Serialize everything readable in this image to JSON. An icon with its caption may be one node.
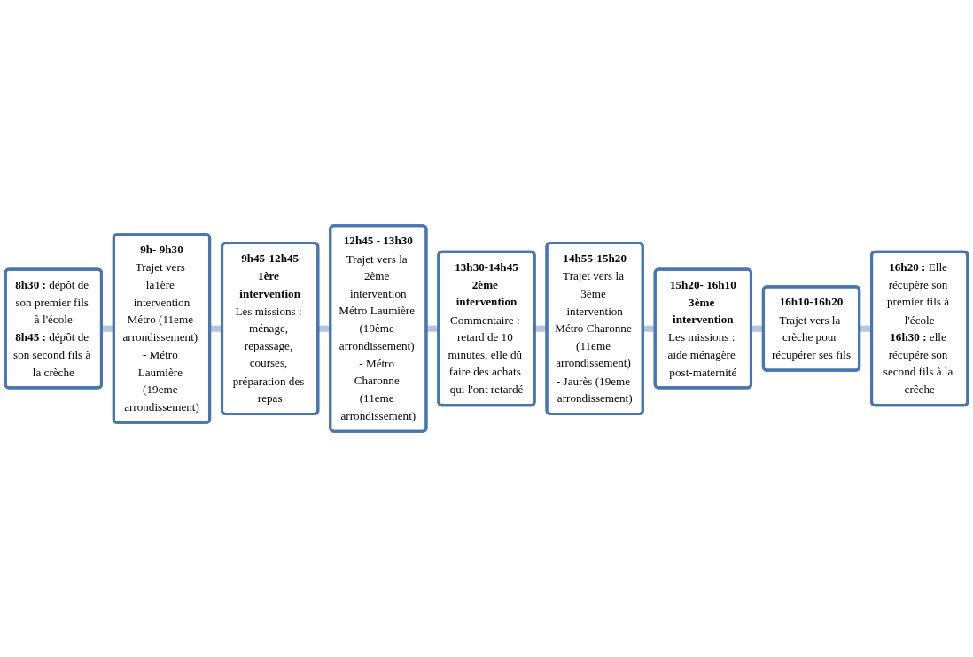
{
  "diagram": {
    "nodes": [
      {
        "text": [
          "**8h30 :** dépôt de son premier fils à l'école",
          "**8h45 :** dépôt de son second fils à la crèche"
        ]
      },
      {
        "text": [
          "**9h- 9h30**",
          "Trajet vers la1ère intervention",
          "Métro (11eme arrondissement) - Métro Laumière (19eme arrondissement)"
        ]
      },
      {
        "text": [
          "**9h45-12h45**",
          "**1ère intervention**",
          "Les missions : ménage, repassage, courses, préparation des repas"
        ]
      },
      {
        "text": [
          "**12h45 - 13h30**",
          "Trajet vers la 2ème intervention",
          "Métro Laumière (19ème arrondissement) - Métro Charonne (11eme arrondissement)"
        ]
      },
      {
        "text": [
          "**13h30-14h45**",
          "**2ème intervention**",
          "Commentaire : retard de 10 minutes, elle dû faire des achats qui l'ont retardé"
        ]
      },
      {
        "text": [
          "**14h55-15h20**",
          "Trajet vers la 3ème intervention",
          "Métro Charonne (11eme arrondissement) - Jaurès (19eme arrondissement)"
        ]
      },
      {
        "text": [
          "**15h20- 16h10**",
          "**3ème intervention**",
          "Les missions : aide ménagère post-maternité"
        ]
      },
      {
        "text": [
          "**16h10-16h20**",
          "Trajet vers la crèche pour récupérer ses fils"
        ]
      },
      {
        "text": [
          "**16h20 :** Elle récupère son premier fils à l'école",
          "**16h30 :** elle récupére son second fils à la crêche"
        ]
      }
    ],
    "edges": [
      {
        "from": 0,
        "to": 1,
        "arrow": "none"
      },
      {
        "from": 1,
        "to": 2,
        "arrow": "none"
      },
      {
        "from": 2,
        "to": 3,
        "arrow": "none"
      },
      {
        "from": 3,
        "to": 4,
        "arrow": "none"
      },
      {
        "from": 4,
        "to": 5,
        "arrow": "none"
      },
      {
        "from": 5,
        "to": 6,
        "arrow": "none"
      },
      {
        "from": 6,
        "to": 7,
        "arrow": "none"
      },
      {
        "from": 7,
        "to": 8,
        "arrow": "none"
      }
    ]
  }
}
